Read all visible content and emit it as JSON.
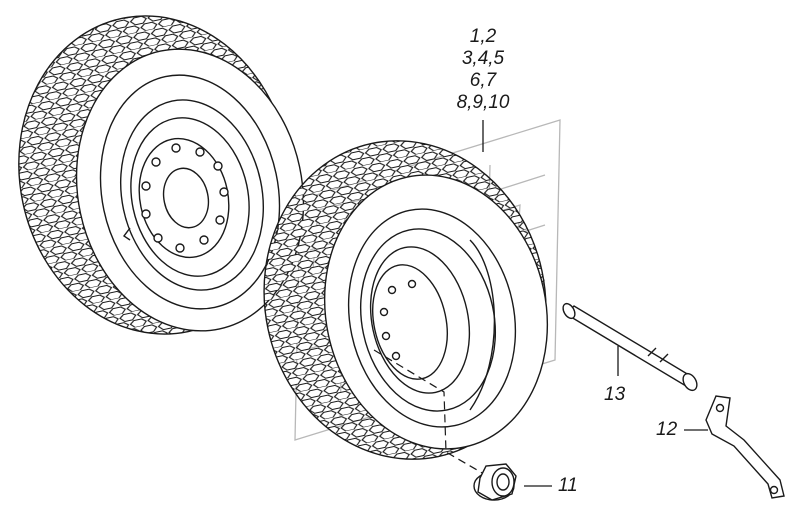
{
  "diagram": {
    "callouts": {
      "wheel_group": [
        "1,2",
        "3,4,5",
        "6,7",
        "8,9,10"
      ],
      "nut": "11",
      "bracket": "12",
      "bolt": "13"
    },
    "colors": {
      "line": "#1a1a1a",
      "watermark": "#b8b8b8",
      "background": "#ffffff"
    }
  }
}
